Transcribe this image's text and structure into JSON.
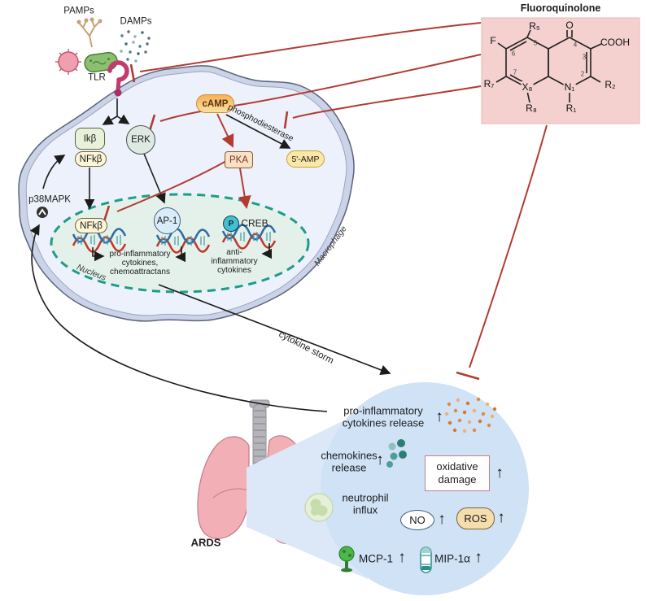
{
  "fluoroquinolone": {
    "title": "Fluoroquinolone",
    "atoms": {
      "f": "F",
      "r5": "R₅",
      "o": "O",
      "cooh": "COOH",
      "r7": "R₇",
      "x8": "X₈",
      "n1": "N₁",
      "r2": "R₂",
      "r8": "R₈",
      "r1": "R₁"
    },
    "ring_numbers": {
      "n2": "2",
      "n3": "3",
      "n4": "4",
      "n5": "5",
      "n6": "6",
      "n7": "7"
    }
  },
  "stimuli": {
    "pamps": "PAMPs",
    "damps": "DAMPs",
    "tlr": "TLR"
  },
  "macrophage": {
    "label": "Macrophage",
    "ikb": "Ikβ",
    "nfkb_cyto": "NFkβ",
    "erk": "ERK",
    "camp": "cAMP",
    "pka": "PKA",
    "phosphodiesterase": "phosphodiesterase",
    "amp5": "5'-AMP",
    "p38mapk": "p38MAPK"
  },
  "nucleus": {
    "label": "Nucleus",
    "nfkb": "NFkβ",
    "ap1": "AP-1",
    "p": "P",
    "creb": "CREB",
    "pro_text": "pro-inflammatory\ncytokines,\nchemoattractans",
    "anti_text": "anti-\ninflammatory\ncytokines"
  },
  "cytokine_storm_label": "cytokine storm",
  "ards": {
    "label": "ARDS"
  },
  "effects": {
    "pro_release": "pro-inflammatory\ncytokines release",
    "chemokines": "chemokines\nrelease",
    "oxidative": "oxidative\ndamage",
    "neutrophil": "neutrophil\ninflux",
    "no": "NO",
    "ros": "ROS",
    "mcp1": "MCP-1",
    "mip1a": "MIP-1α",
    "up_arrow": "↑"
  },
  "colors": {
    "inhibition_red": "#b23b33",
    "fq_box_pink": "#f4d0cf",
    "membrane": "#cbd3e8",
    "cytoplasm": "#edf1fb",
    "nucleus_fill": "#e4f1ea",
    "nucleus_border": "#1d9c88",
    "blob_blue": "#cfe2f6",
    "camp_orange": "#f7b254",
    "ros_tan": "#f5ddae",
    "lung_pink": "#f2b0b6"
  }
}
